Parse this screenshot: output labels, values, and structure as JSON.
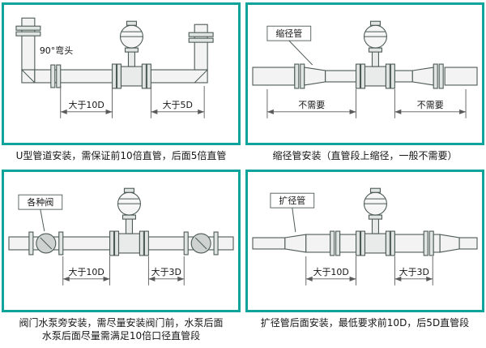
{
  "accent_color": "#0fa39c",
  "panels": [
    {
      "id": "u-type",
      "caption": "U型管道安装，需保证前10倍直管，后面5倍直管",
      "diagram_label": "90°弯头",
      "dim_left": "大于10D",
      "dim_right": "大于5D"
    },
    {
      "id": "reducer",
      "caption": "缩径管安装（直管段上缩径，一般不需要）",
      "diagram_label": "缩径管",
      "dim_left": "不需要",
      "dim_right": "不需要"
    },
    {
      "id": "valve-pump",
      "caption_line1": "阀门水泵旁安装，需尽量安装阀门前，水泵后面",
      "caption_line2": "水泵后面尽量需满足10倍口径直管段",
      "diagram_label": "各种阀",
      "dim_left": "大于10D",
      "dim_right": "大于3D"
    },
    {
      "id": "expander",
      "caption": "扩径管后面安装，最低要求前10D，后5D直管段",
      "diagram_label": "扩径管",
      "dim_left": "大于10D",
      "dim_right": "大于3D"
    }
  ]
}
